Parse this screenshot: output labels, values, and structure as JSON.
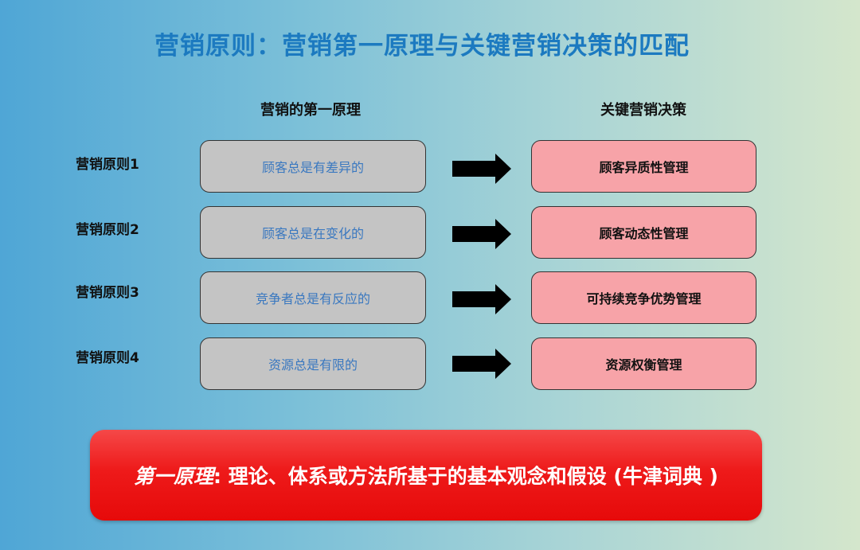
{
  "title": "营销原则：营销第一原理与关键营销决策的匹配",
  "headers": {
    "left": "营销的第一原理",
    "right": "关键营销决策"
  },
  "rows": [
    {
      "label": "营销原则1",
      "principle": "顾客总是有差异的",
      "decision": "顾客异质性管理"
    },
    {
      "label": "营销原则2",
      "principle": "顾客总是在变化的",
      "decision": "顾客动态性管理"
    },
    {
      "label": "营销原则3",
      "principle": "竞争者总是有反应的",
      "decision": "可持续竞争优势管理"
    },
    {
      "label": "营销原则4",
      "principle": "资源总是有限的",
      "decision": "资源权衡管理"
    }
  ],
  "banner": {
    "term": "第一原理",
    "definition": ": 理论、体系或方法所基于的基本观念和假设 (牛津词典 )"
  }
}
